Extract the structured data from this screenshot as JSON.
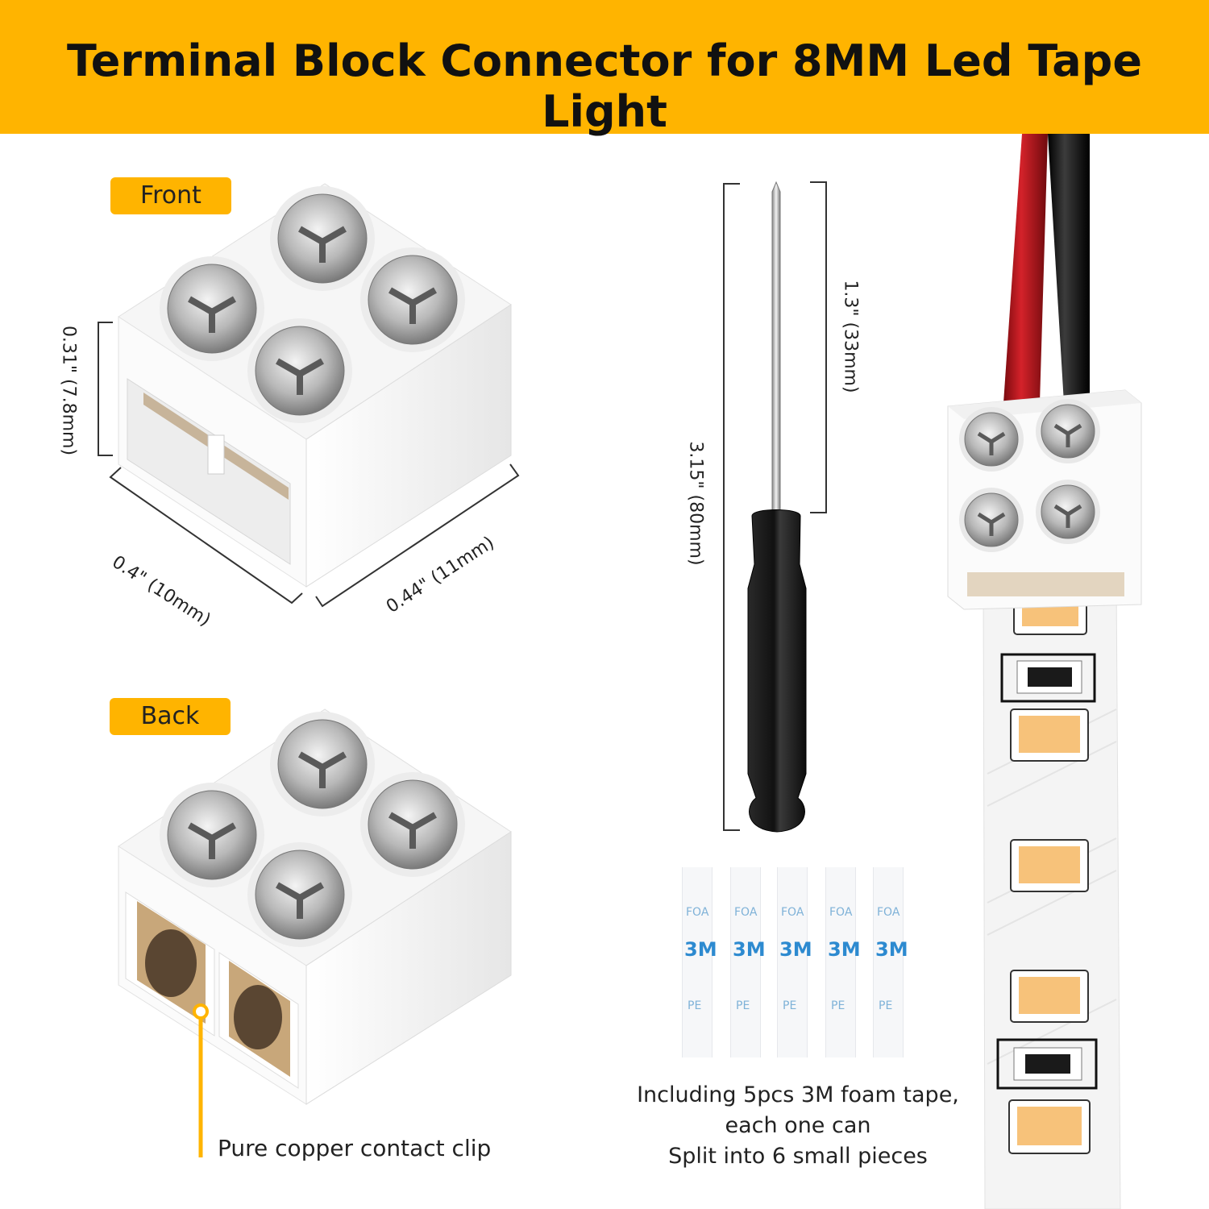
{
  "header": {
    "title": "Terminal Block Connector for 8MM Led Tape Light"
  },
  "front": {
    "tag": "Front",
    "dim_height": "0.31\" (7.8mm)",
    "dim_width": "0.4\" (10mm)",
    "dim_depth": "0.44\" (11mm)"
  },
  "back": {
    "tag": "Back",
    "clip_label": "Pure copper contact clip"
  },
  "screwdriver": {
    "dim_tip": "1.3\" (33mm)",
    "dim_total": "3.15\" (80mm)"
  },
  "foam_tape": {
    "count": 5,
    "strip_text_1": "FOA",
    "strip_text_2": "3M",
    "strip_text_3": "PE",
    "caption_line1": "Including 5pcs 3M foam tape,",
    "caption_line2": "each one can",
    "caption_line3": "Split into 6 small pieces"
  },
  "colors": {
    "accent": "#ffb400",
    "wire_red": "#c8161d",
    "wire_black": "#151515",
    "led": "#f7c27a"
  }
}
